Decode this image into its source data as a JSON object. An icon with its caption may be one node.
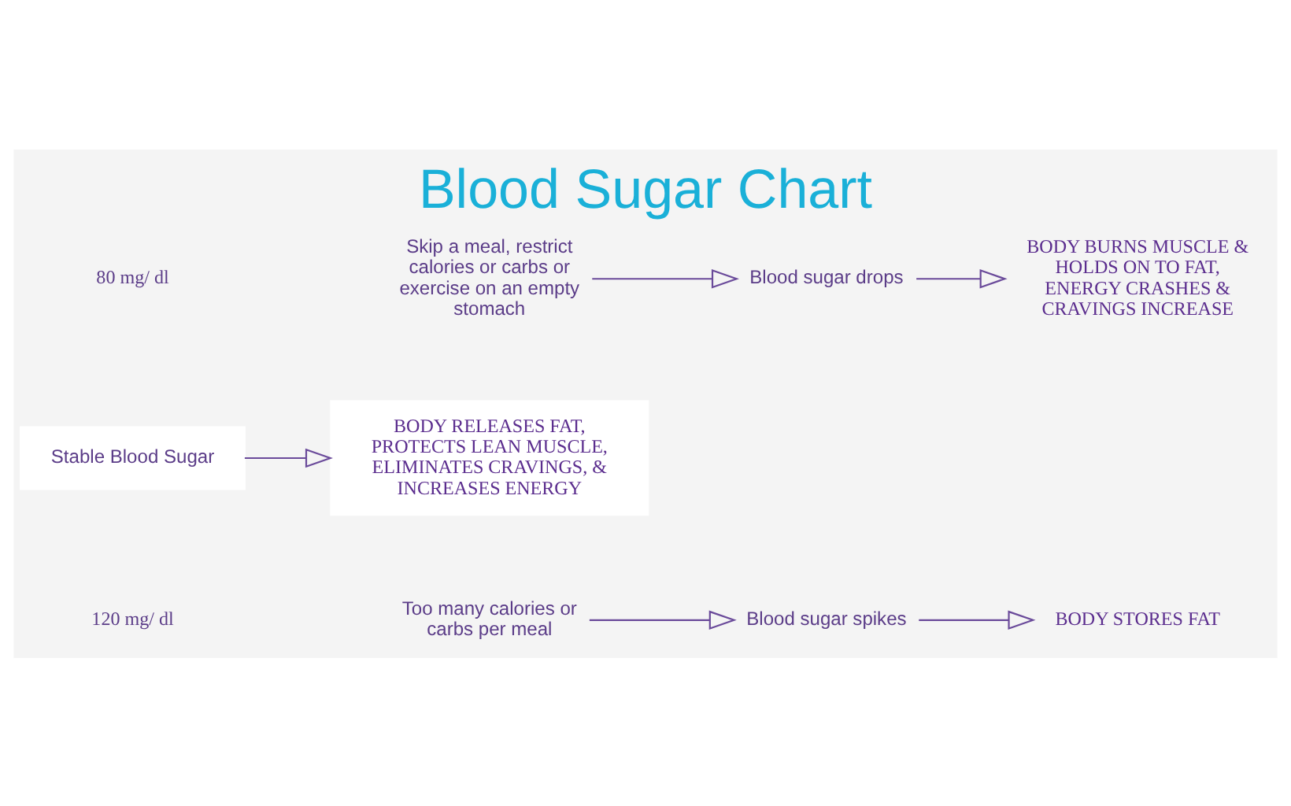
{
  "diagram": {
    "title": "Blood Sugar Chart",
    "nodes": [
      {
        "text": [
          "Too many calories or carbs per meal"
        ]
      },
      {
        "text": [
          "Blood sugar spikes"
        ]
      },
      {
        "text": [
          "BODY STORES FAT"
        ]
      },
      {
        "text": [
          "Stable Blood Sugar"
        ]
      },
      {
        "text": [
          "BODY RELEASES FAT, PROTECTS LEAN MUSCLE, ELIMINATES CRAVINGS, & INCREASES ENERGY"
        ]
      },
      {
        "text": [
          "Skip a meal, restrict calories or carbs or exercise on an empty stomach"
        ]
      },
      {
        "text": [
          "Blood sugar drops"
        ]
      },
      {
        "text": [
          "BODY BURNS MUSCLE & HOLDS ON TO FAT, ENERGY CRASHES & CRAVINGS INCREASE"
        ]
      }
    ],
    "edges": [
      {
        "from": 0,
        "to": 1,
        "arrow": "to"
      },
      {
        "from": 1,
        "to": 2,
        "arrow": "to"
      },
      {
        "from": 3,
        "to": 4,
        "arrow": "to"
      },
      {
        "from": 5,
        "to": 6,
        "arrow": "to"
      },
      {
        "from": 6,
        "to": 7,
        "arrow": "to"
      }
    ],
    "labels": [
      "120 mg/ dl",
      "80 mg/ dl"
    ]
  }
}
